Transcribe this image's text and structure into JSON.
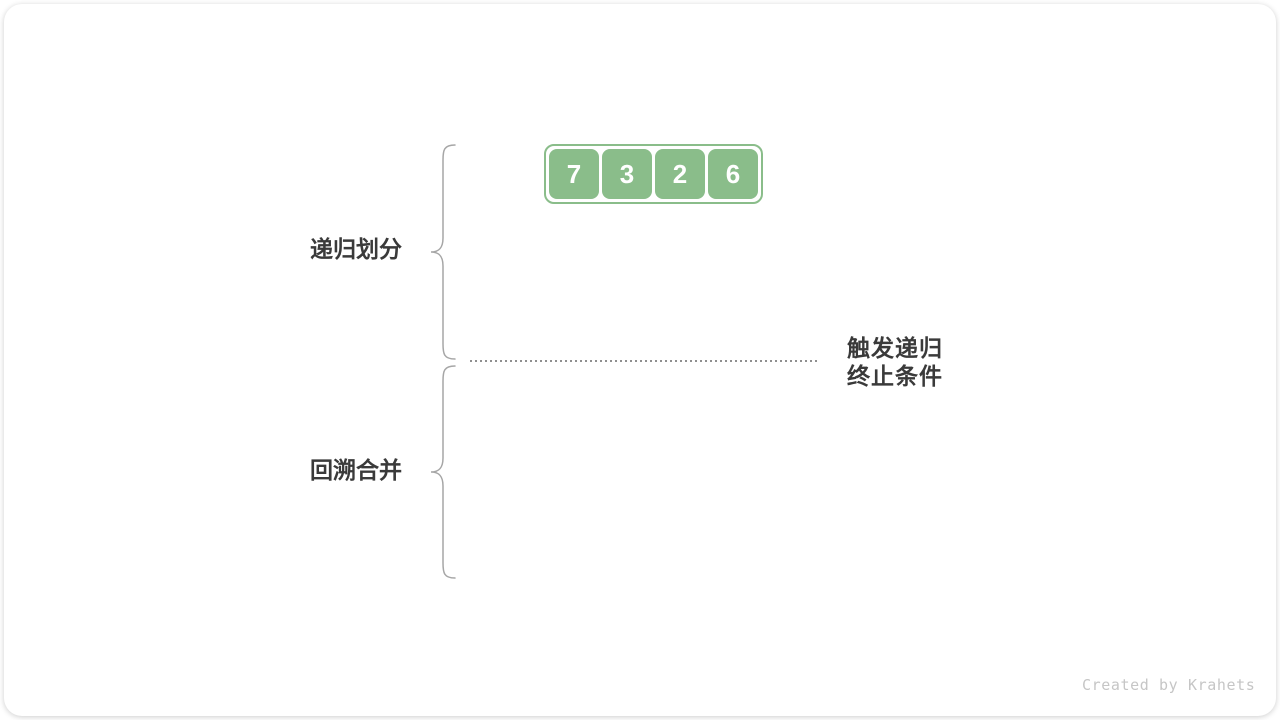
{
  "diagram": {
    "array": {
      "values": [
        "7",
        "3",
        "2",
        "6"
      ]
    },
    "labels": {
      "divide": "递归划分",
      "merge": "回溯合并",
      "terminate_line1": "触发递归",
      "terminate_line2": "终止条件"
    },
    "watermark": "Created by Krahets",
    "colors": {
      "cell_green": "#8ABD8A",
      "brace_gray": "#A6A6A6",
      "text_dark": "#3A3A3A",
      "dotted_line": "#8F8F8F",
      "watermark_gray": "#C6C6C6"
    }
  }
}
